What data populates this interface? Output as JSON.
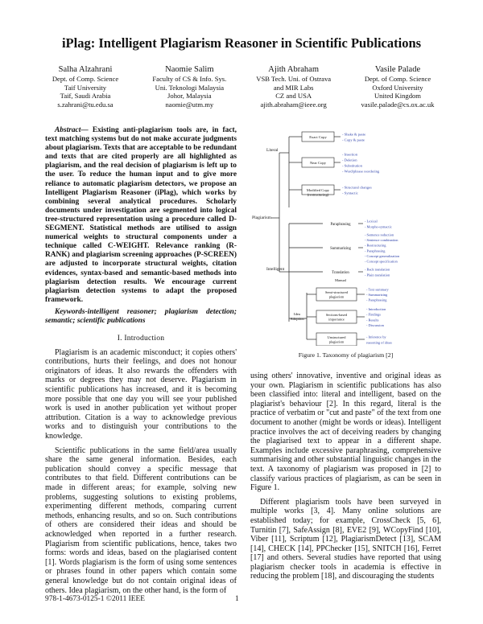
{
  "title": "iPlag: Intelligent Plagiarism Reasoner in Scientific Publications",
  "authors": [
    {
      "name": "Salha Alzahrani",
      "lines": [
        "Dept. of Comp. Science",
        "Taif University",
        "Taif, Saudi Arabia",
        "s.zahrani@tu.edu.sa"
      ]
    },
    {
      "name": "Naomie Salim",
      "lines": [
        "Faculty of CS & Info. Sys.",
        "Uni. Teknologi Malaysia",
        "Johor, Malaysia",
        "naomie@utm.my"
      ]
    },
    {
      "name": "Ajith Abraham",
      "lines": [
        "VSB Tech. Uni. of Ostrava",
        "and MIR Labs",
        "CZ and USA",
        "ajith.abraham@ieee.org"
      ]
    },
    {
      "name": "Vasile Palade",
      "lines": [
        "Dept. of Comp. Science",
        "Oxford University",
        "United Kingdom",
        "vasile.palade@cs.ox.ac.uk"
      ]
    }
  ],
  "abstract": {
    "lead": "Abstract",
    "text": "— Existing anti-plagiarism tools are, in fact, text matching systems but do not make accurate judgments about plagiarism. Texts that are acceptable to be redundant and texts that are cited properly are all highlighted as plagiarism, and the real decision of plagiarism is left up to the user. To reduce the human input and to give more reliance to automatic plagiarism detectors, we propose an Intelligent Plagiarism Reasoner (iPlag), which works by combining several analytical procedures. Scholarly documents under investigation are segmented into logical tree-structured representation using a procedure called D-SEGMENT. Statistical methods are utilised to assign numerical weights to structural components under a technique called C-WEIGHT. Relevance ranking (R-RANK) and plagiarism screening approaches (P-SCREEN) are adjusted to incorporate structural weights, citation evidences, syntax-based and semantic-based methods into plagiarism detection results. We encourage current plagiarism detection systems to adapt the proposed framework."
  },
  "keywords": "Keywords-intelligent reasoner; plagiarism detection; semantic; scientific publications",
  "section_heading": "I.   Introduction",
  "left_paragraphs": [
    "Plagiarism is an academic misconduct; it copies others' contributions, hurts their feelings, and does not honour originators of ideas. It also rewards the offenders with marks or degrees they may not deserve. Plagiarism in scientific publications has increased, and it is becoming more possible that one day you will see your published work is used in another publication yet without proper attribution. Citation is a way to acknowledge previous works and to distinguish your contributions to the knowledge.",
    "Scientific publications in the same field/area usually share the same general information. Besides, each publication should convey a specific message that contributes to that field. Different contributions can be made in different areas; for example, solving new problems, suggesting solutions to existing problems, experimenting different methods, comparing current methods, enhancing results, and so on. Such contributions of others are considered their ideas and should be acknowledged when reported in a further research. Plagiarism from scientific publications, hence, takes two forms: words and ideas, based on the plagiarised content [1]. Words plagiarism is the form of using some sentences or phrases found in other papers which contain some general knowledge but do not contain original ideas of others. Idea plagiarism, on the other hand, is the form of"
  ],
  "right_paragraphs": [
    "using others' innovative, inventive and original ideas as your own. Plagiarism in scientific publications has also been classified into: literal and intelligent, based on the plagiarist's behaviour [2]. In this regard, literal is the practice of verbatim or \"cut and paste\" of the text from one document to another (might be words or ideas). Intelligent practice involves the act of deceiving readers by changing the plagiarised text to appear in a different shape. Examples include excessive paraphrasing, comprehensive summarising and other substantial linguistic changes in the text. A taxonomy of plagiarism was proposed in [2] to classify various practices of plagiarism, as can be seen in Figure 1.",
    "Different plagiarism tools have been surveyed in multiple works [3, 4]. Many online solutions are established today; for example, CrossCheck [5, 6], Turnitin [7], SafeAssign [8], EVE2 [9], WCopyFind [10], Viber [11], Scriptum [12], PlagiarismDetect [13], SCAM [14], CHECK [14], PPChecker [15], SNITCH [16], Ferret [17] and others. Several studies have reported that using plagiarism checker tools in academia is effective in reducing the problem [18], and discouraging the students"
  ],
  "figure": {
    "caption": "Figure 1.    Taxonomy of plagiarism [2]",
    "root": "Plagiarism",
    "branches": [
      "Literal",
      "Intelligent"
    ],
    "literal_nodes": [
      "Exact Copy",
      "Near Copy",
      "Modified Copy\n(restructuring)"
    ],
    "literal_leaves": [
      [
        "- Shake & paste",
        "- Copy & paste"
      ],
      [
        "- Insertion",
        "- Deletion",
        "- Substitution",
        "- Word/phrase reordering"
      ],
      [
        "- Structural changes",
        "- Syntactic"
      ]
    ],
    "intelligent_top": [
      "Paraphrasing",
      "Summarizing",
      "Translation"
    ],
    "intelligent_top_leaves": [
      [
        "- Lexical",
        "- Morpho-syntactic"
      ],
      [
        "- Sentence reduction",
        "- Sentence combination",
        "- Restructuring",
        "- Paraphrasing",
        "- Concept generalization",
        "- Concept specification"
      ],
      [
        "- Back translation",
        "- Plain translation"
      ]
    ],
    "translation_sub": "Manual",
    "idea_branch": "Idea Adoption",
    "idea_nodes": [
      "Semi-structured\nplagiarism",
      "Sections-based\nimportance",
      "Unstructured\nplagiarism"
    ],
    "idea_leaves": [
      [
        "- Text summary",
        "- Summarizing",
        "- Paraphrasing"
      ],
      [
        "- Introduction",
        "- Findings",
        "- Results",
        "- Discussion"
      ],
      [
        "- Inference by",
        "  reasoning of ideas"
      ]
    ]
  },
  "footer": {
    "isbn": "978-1-4673-0125-1 ©2011 IEEE",
    "page": "1"
  }
}
